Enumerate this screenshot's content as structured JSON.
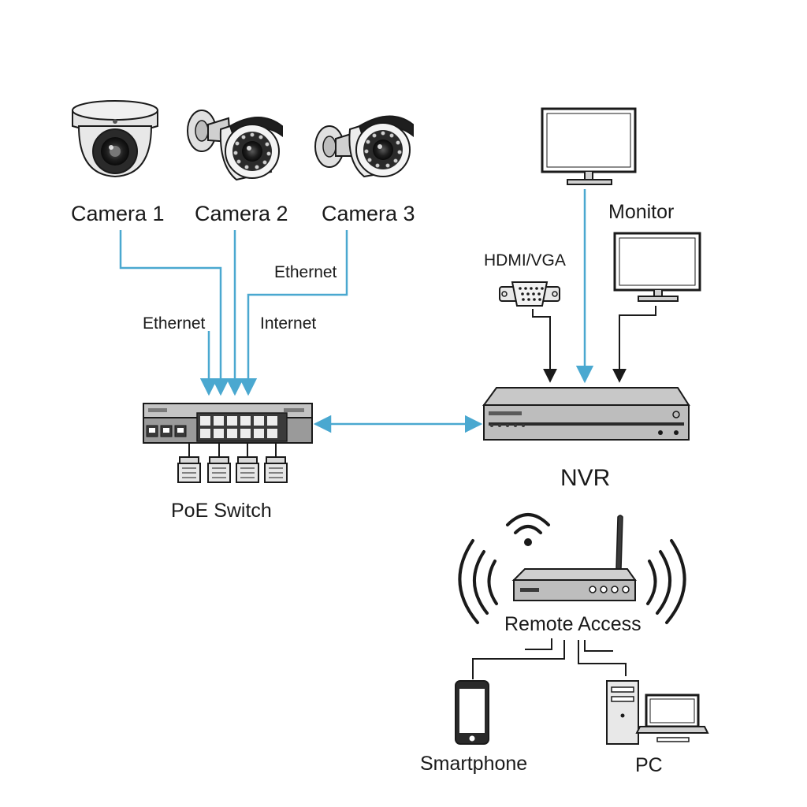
{
  "labels": {
    "camera1": "Camera 1",
    "camera2": "Camera 2",
    "camera3": "Camera 3",
    "ethernet_left": "Ethernet",
    "ethernet_right": "Ethernet",
    "internet": "Internet",
    "poe_switch": "PoE Switch",
    "nvr": "NVR",
    "monitor": "Monitor",
    "hdmi_vga": "HDMI/VGA",
    "remote_access": "Remote Access",
    "smartphone": "Smartphone",
    "pc": "PC"
  },
  "colors": {
    "cable": "#4aa8d0",
    "line": "#1a1a1a",
    "device_fill": "#d9d9d9",
    "device_dark": "#3a3a3a",
    "screen": "#ffffff"
  },
  "icons": {
    "cameras": [
      "dome-camera-icon",
      "bullet-camera-icon",
      "bullet-camera-icon"
    ],
    "switch": "poe-switch-icon",
    "nvr": "nvr-icon",
    "monitor": "monitor-icon",
    "connector": "vga-connector-icon",
    "router": "router-icon",
    "wifi": "wifi-icon",
    "smartphone": "smartphone-icon",
    "pc": "desktop-pc-icon"
  }
}
